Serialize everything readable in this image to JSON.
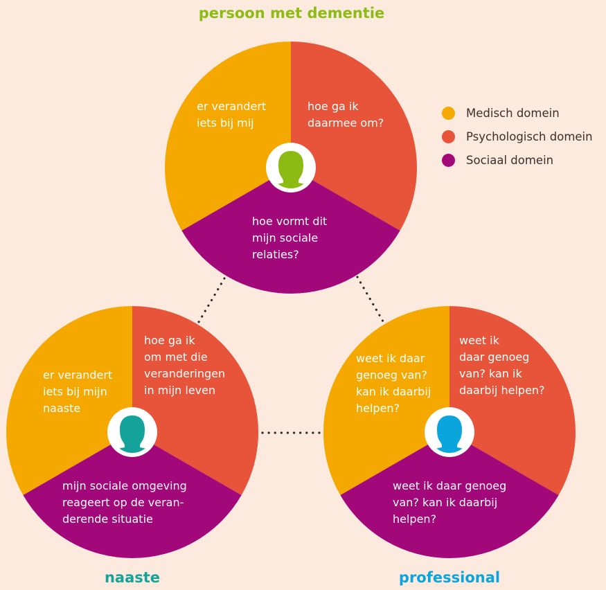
{
  "colors": {
    "background": "#fdeadf",
    "medisch": "#f5a800",
    "psychologisch": "#e8543a",
    "sociaal": "#a2087a",
    "title": "#8cbb14",
    "dots": "#2a2a2a"
  },
  "legend": [
    {
      "label": "Medisch domein",
      "color": "#f5a800"
    },
    {
      "label": "Psychologisch domein",
      "color": "#e8543a"
    },
    {
      "label": "Sociaal domein",
      "color": "#a2087a"
    }
  ],
  "circles": [
    {
      "id": "persoon",
      "title": "persoon met  dementie",
      "title_color": "#8cbb14",
      "avatar_icon": "person-head-icon",
      "avatar_color": "#8cbb14",
      "segments": {
        "medisch": "er verandert\niets bij mij",
        "psychologisch": "hoe ga ik\ndaarmee om?",
        "sociaal": "hoe vormt dit\nmijn sociale\nrelaties?"
      }
    },
    {
      "id": "naaste",
      "title": "naaste",
      "title_color": "#13a39b",
      "avatar_icon": "person-head-icon",
      "avatar_color": "#13a39b",
      "segments": {
        "medisch": "er verandert\niets bij mijn\nnaaste",
        "psychologisch": "hoe ga ik\nom met die\nveranderingen\nin mijn leven",
        "sociaal": "mijn sociale omgeving\nreageert op de veran-\nderende situatie"
      }
    },
    {
      "id": "professional",
      "title": "professional",
      "title_color": "#0aa5dd",
      "avatar_icon": "person-head-icon",
      "avatar_color": "#0aa5dd",
      "segments": {
        "medisch": "weet ik daar\ngenoeg van?\nkan ik daarbij\nhelpen?",
        "psychologisch": "weet ik\ndaar genoeg\nvan? kan ik\ndaarbij helpen?",
        "sociaal": "weet ik daar genoeg\nvan? kan ik daarbij\nhelpen?"
      }
    }
  ]
}
